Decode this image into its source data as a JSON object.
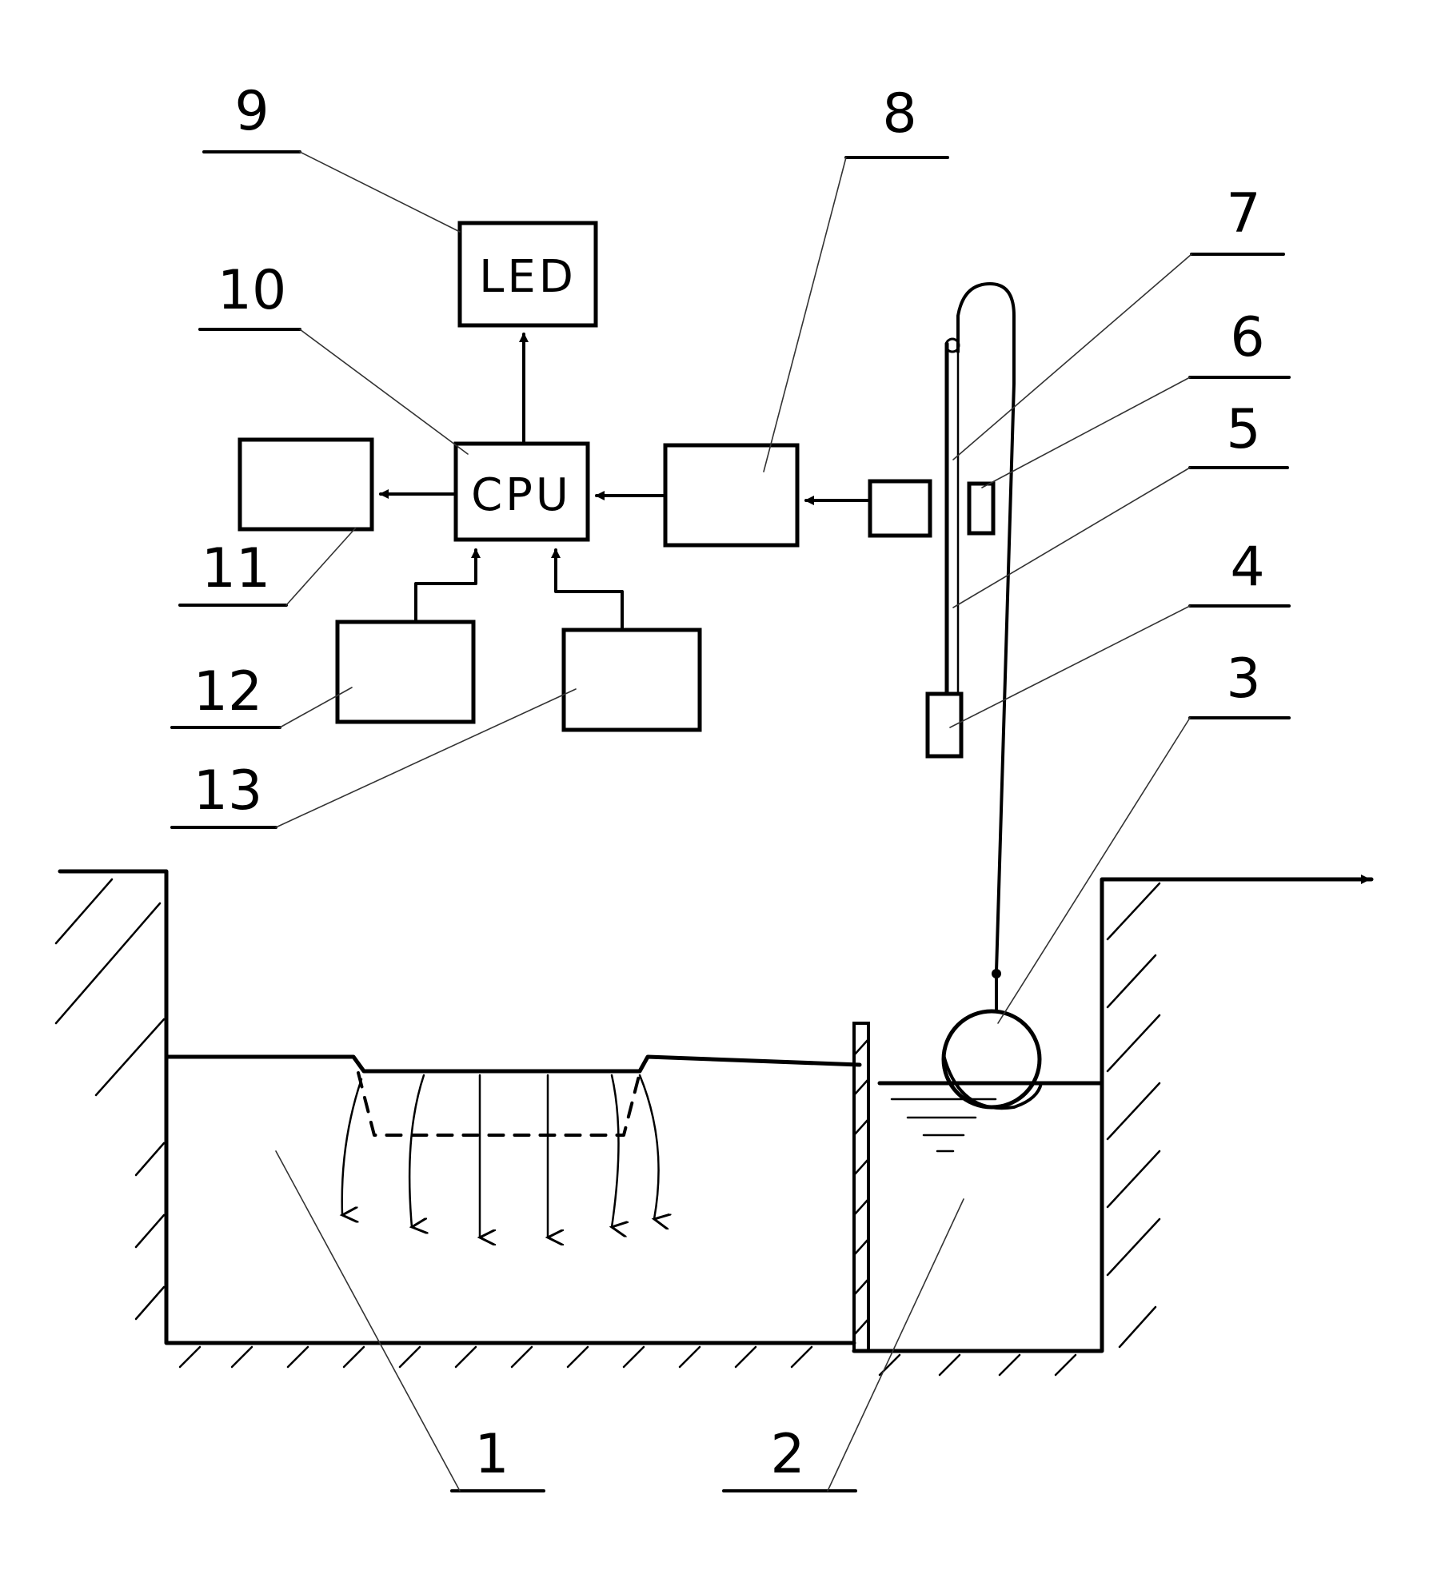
{
  "labels": {
    "n1": "1",
    "n2": "2",
    "n3": "3",
    "n4": "4",
    "n5": "5",
    "n6": "6",
    "n7": "7",
    "n8": "8",
    "n9": "9",
    "n10": "10",
    "n11": "11",
    "n12": "12",
    "n13": "13"
  },
  "boxes": {
    "led": "LED",
    "cpu": "CPU"
  }
}
